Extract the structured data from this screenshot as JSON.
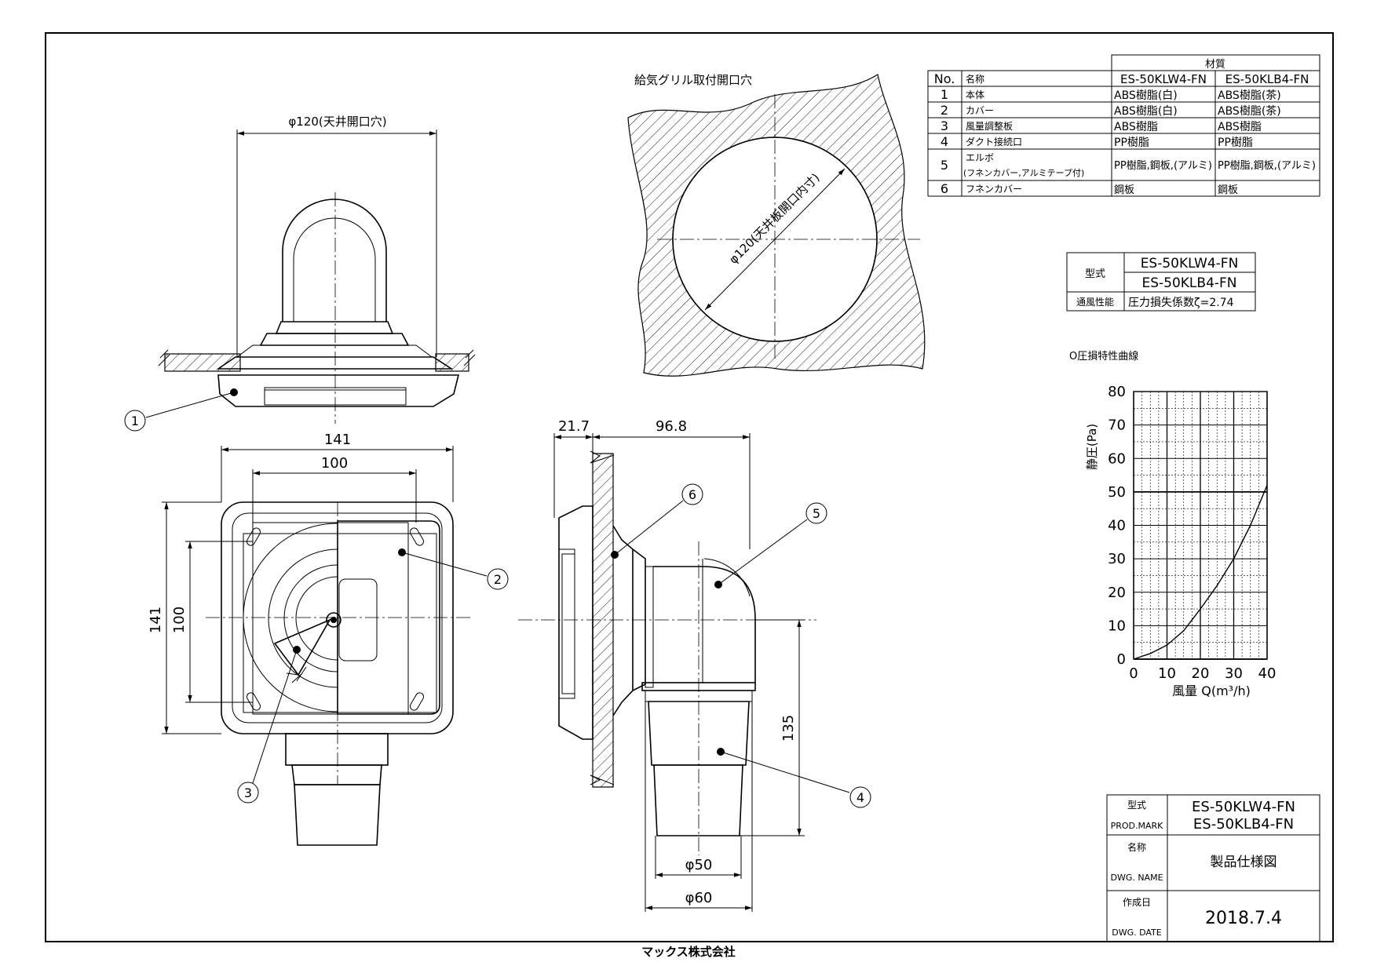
{
  "top_view": {
    "dim_label": "φ120(天井開口穴)"
  },
  "opening_view": {
    "title": "給気グリル取付開口穴",
    "dim_label": "φ120(天井板開口内寸)"
  },
  "plan_view": {
    "dim_outer_w": "141",
    "dim_inner_w": "100",
    "dim_outer_h": "141",
    "dim_inner_h": "100"
  },
  "side_view": {
    "dim_a": "21.7",
    "dim_b": "96.8",
    "dim_h": "135",
    "dim_d50": "φ50",
    "dim_d60": "φ60"
  },
  "callouts": [
    "1",
    "2",
    "3",
    "4",
    "5",
    "6"
  ],
  "materials": {
    "header_material": "材質",
    "col_no": "No.",
    "col_name": "名称",
    "col_m1": "ES-50KLW4-FN",
    "col_m2": "ES-50KLB4-FN",
    "rows": [
      {
        "no": "1",
        "name": "本体",
        "m1": "ABS樹脂(白)",
        "m2": "ABS樹脂(茶)"
      },
      {
        "no": "2",
        "name": "カバー",
        "m1": "ABS樹脂(白)",
        "m2": "ABS樹脂(茶)"
      },
      {
        "no": "3",
        "name": "風量調整板",
        "m1": "ABS樹脂",
        "m2": "ABS樹脂"
      },
      {
        "no": "4",
        "name": "ダクト接続口",
        "m1": "PP樹脂",
        "m2": "PP樹脂"
      },
      {
        "no": "5",
        "name": "エルボ",
        "name2": "(フネンカバー,アルミテープ付)",
        "m1": "PP樹脂,鋼板,(アルミ)",
        "m2": "PP樹脂,鋼板,(アルミ)"
      },
      {
        "no": "6",
        "name": "フネンカバー",
        "m1": "鋼板",
        "m2": "鋼板"
      }
    ]
  },
  "spec": {
    "model_label": "型式",
    "model1": "ES-50KLW4-FN",
    "model2": "ES-50KLB4-FN",
    "perf_label": "通風性能",
    "perf_value": "圧力損失係数ζ=2.74"
  },
  "chart_title": "O圧損特性曲線",
  "chart_data": {
    "type": "line",
    "xlabel": "風量 Q(m³/h)",
    "ylabel": "静圧(Pa)",
    "xlim": [
      0,
      40
    ],
    "ylim": [
      0,
      80
    ],
    "x_ticks": [
      "0",
      "10",
      "20",
      "30",
      "40"
    ],
    "y_ticks": [
      "0",
      "10",
      "20",
      "30",
      "40",
      "50",
      "60",
      "70",
      "80"
    ],
    "grid": true,
    "series": [
      {
        "x": [
          0,
          5,
          10,
          15,
          20,
          25,
          30,
          35,
          40
        ],
        "y": [
          0,
          1.7,
          4.2,
          8.5,
          15,
          22,
          30,
          40,
          52
        ]
      }
    ]
  },
  "title_block": {
    "model_jp": "型式",
    "model_en": "PROD.MARK",
    "model1": "ES-50KLW4-FN",
    "model2": "ES-50KLB4-FN",
    "name_jp": "名称",
    "name_en": "DWG. NAME",
    "name_value": "製品仕様図",
    "date_jp": "作成日",
    "date_en": "DWG. DATE",
    "date_value": "2018.7.4"
  },
  "company": "マックス株式会社"
}
